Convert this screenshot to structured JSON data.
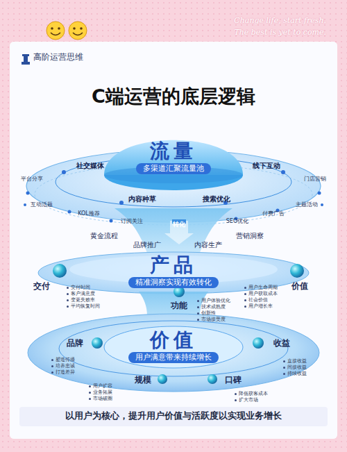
{
  "diagram": {
    "title": "C端运营的底层逻辑",
    "caption": "以用户为核心，提升用户价值与活跃度以实现业务增长",
    "nodes": [
      {
        "text": [
          "流量",
          "多渠道汇聚流量池"
        ]
      },
      {
        "text": [
          "产品",
          "精准洞察实现有效转化"
        ]
      },
      {
        "text": [
          "交付"
        ]
      },
      {
        "text": [
          "价值"
        ]
      },
      {
        "text": [
          "功能"
        ]
      },
      {
        "text": [
          "价值",
          "用户满意带来持续增长"
        ]
      },
      {
        "text": [
          "品牌"
        ]
      },
      {
        "text": [
          "收益"
        ]
      },
      {
        "text": [
          "规模"
        ]
      },
      {
        "text": [
          "口碑"
        ]
      }
    ],
    "labels": [
      "高阶运营思维",
      "Change life, start fresh.",
      "The best is yet to come.",
      "社交媒体",
      "线下互动",
      "内容种草",
      "搜索优化",
      "平台分享",
      "门店营销",
      "互动活题",
      "KOL推荐",
      "订阅关注",
      "SEO优化",
      "付费广告",
      "主题活动",
      "转化",
      "黄金流程",
      "品牌推广",
      "内容生产",
      "营销洞察",
      "交付时间",
      "客户满意度",
      "变更失败率",
      "平均恢复时间",
      "用户生命周期",
      "用户获取成本",
      "社会价值",
      "用户增长率",
      "用户体验优化",
      "技术成熟度",
      "创新性",
      "市场接受度",
      "塑造传播",
      "培养忠诚",
      "打造差异",
      "直接收益",
      "间接收益",
      "持续收益",
      "用户扩容",
      "业务拓展",
      "市场破圈",
      "降低获客成本",
      "扩大市场"
    ]
  }
}
